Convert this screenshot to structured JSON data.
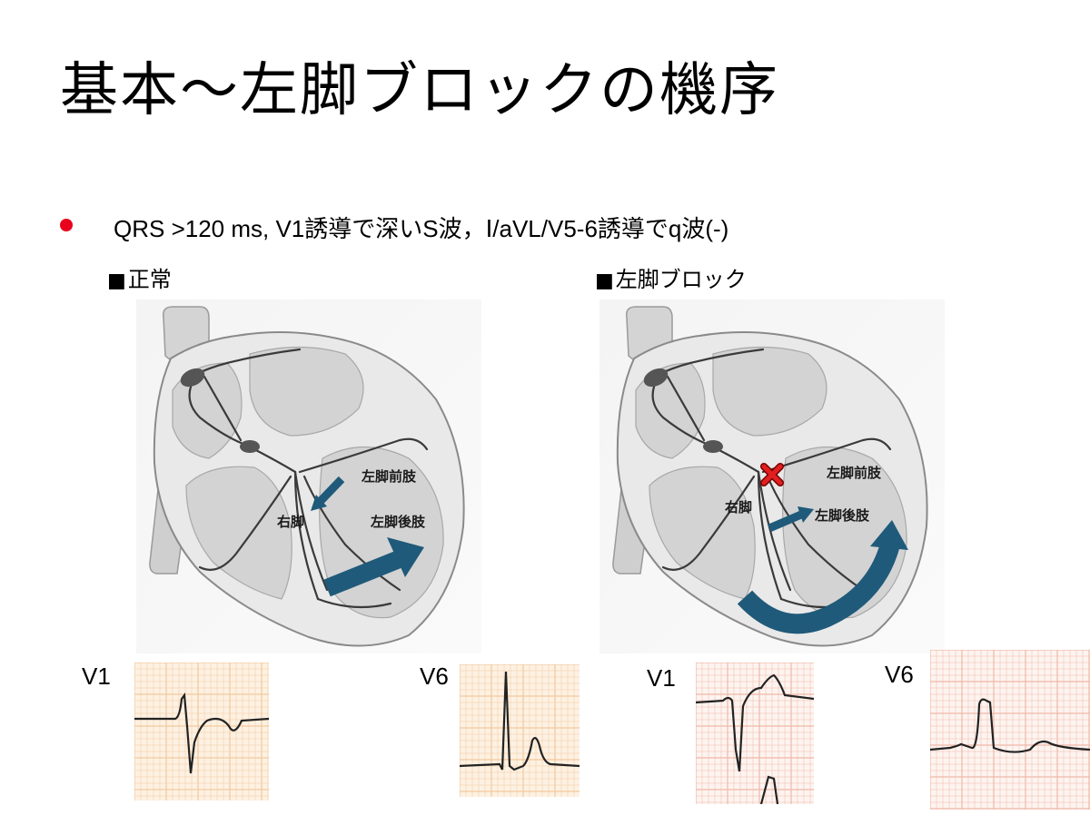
{
  "slide": {
    "title": "基本～左脚ブロックの機序",
    "bullet": "QRS >120 ms, V1誘導で深いS波，Ⅰ/aVL/V5-6誘導でq波(-)"
  },
  "panels": {
    "normal": {
      "heading_marker": "■",
      "heading": "正常",
      "labels": {
        "anterior": "左脚前肢",
        "right_bundle": "右脚",
        "posterior": "左脚後肢"
      }
    },
    "lbbb": {
      "heading_marker": "■",
      "heading": "左脚ブロック",
      "labels": {
        "anterior": "左脚前肢",
        "right_bundle": "右脚",
        "posterior": "左脚後肢"
      }
    }
  },
  "ecg_leads": {
    "normal_v1": "V1",
    "normal_v6": "V6",
    "lbbb_v1": "V1",
    "lbbb_v6": "V6"
  },
  "colors": {
    "bullet": "#e8001c",
    "arrow": "#1f5a7a",
    "block_marker": "#e02020",
    "ecg_grid_normal": "#f2c9a0",
    "ecg_grid_lbbb": "#f0b8a8"
  }
}
